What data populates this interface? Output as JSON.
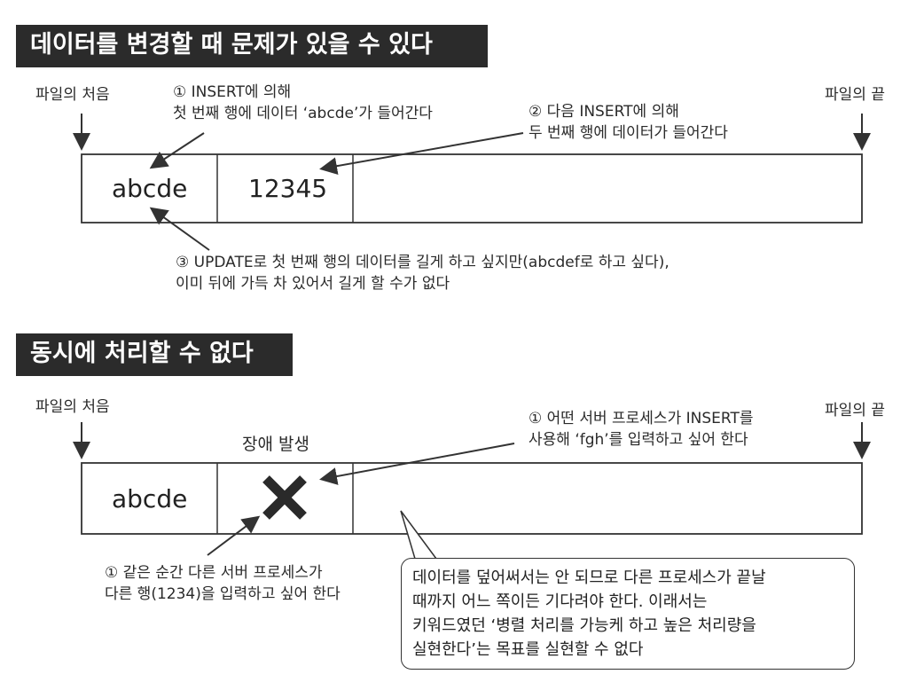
{
  "section1": {
    "title": "데이터를 변경할 때 문제가 있을 수 있다",
    "file_start": "파일의 처음",
    "file_end": "파일의 끝",
    "cells": [
      "abcde",
      "12345"
    ],
    "note1": [
      "① INSERT에 의해",
      "첫 번째 행에 데이터 ‘abcde’가 들어간다"
    ],
    "note2": [
      "② 다음 INSERT에 의해",
      "두 번째 행에 데이터가 들어간다"
    ],
    "note3": [
      "③ UPDATE로 첫 번째 행의 데이터를 길게 하고 싶지만(abcdef로 하고 싶다),",
      "이미 뒤에 가득 차 있어서 길게 할 수가 없다"
    ]
  },
  "section2": {
    "title": "동시에 처리할 수 없다",
    "file_start": "파일의 처음",
    "file_end": "파일의 끝",
    "cell": "abcde",
    "failure_label": "장애 발생",
    "failure_icon": "x-mark-icon",
    "note1": [
      "① 어떤 서버 프로세스가 INSERT를",
      "사용해 ‘fgh’를 입력하고 싶어 한다"
    ],
    "note2": [
      "① 같은 순간 다른 서버 프로세스가",
      "다른 행(1234)을 입력하고 싶어 한다"
    ],
    "callout": [
      "데이터를 덮어써서는 안 되므로 다른 프로세스가 끝날",
      "때까지 어느 쪽이든 기다려야 한다. 이래서는",
      "키워드였던 ‘병렬 처리를 가능케 하고 높은 처리량을",
      "실현한다’는 목표를 실현할 수 없다"
    ]
  },
  "colors": {
    "banner_bg": "#2b2b2b",
    "banner_text": "#ffffff",
    "line": "#333333"
  }
}
